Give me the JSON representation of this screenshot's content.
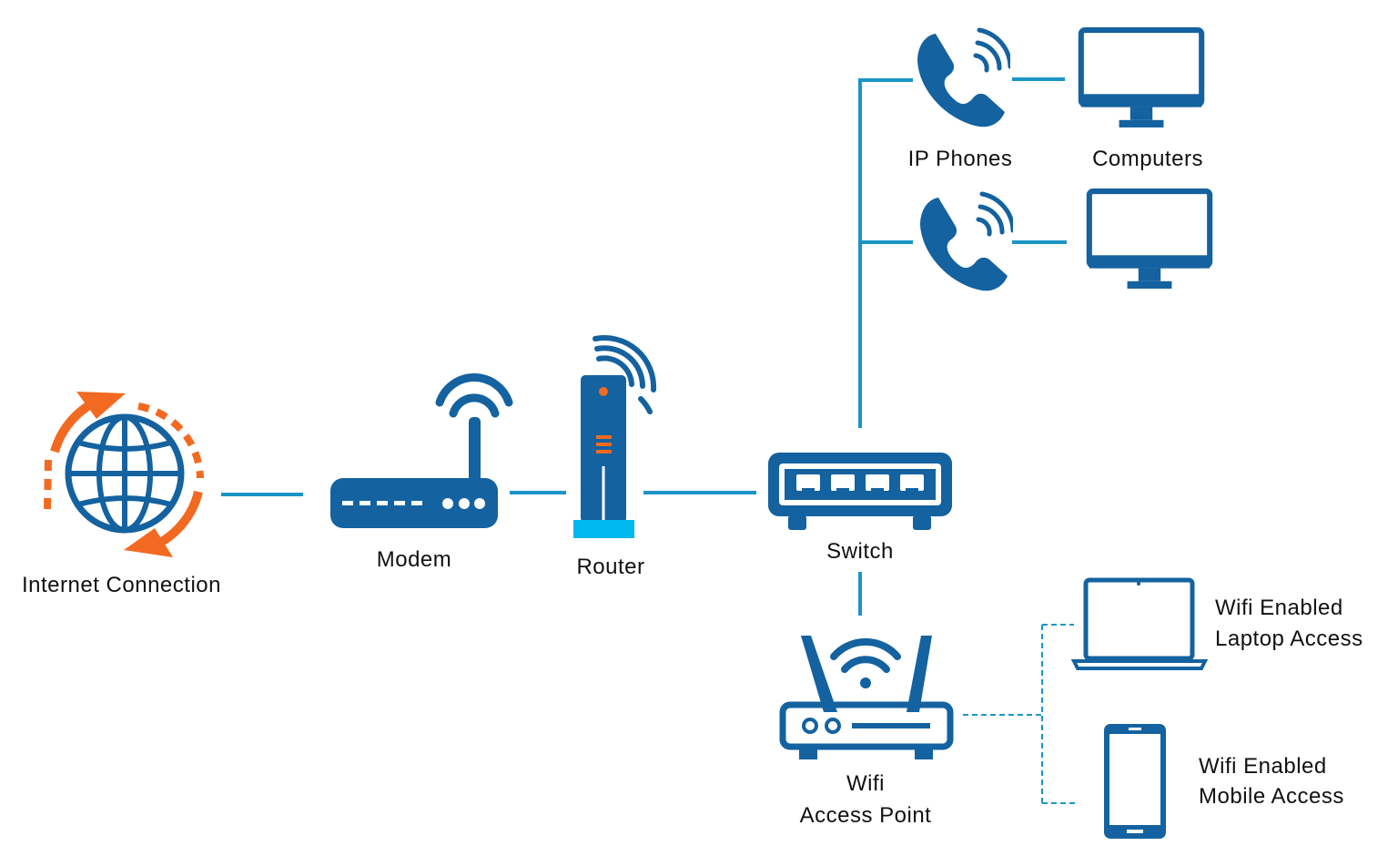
{
  "colors": {
    "device": "#14629f",
    "line": "#1b95c6",
    "accent_orange": "#f26a21",
    "router_base": "#00b8f0"
  },
  "nodes": {
    "internet": {
      "label": "Internet Connection",
      "icon": "globe-icon"
    },
    "modem": {
      "label": "Modem",
      "icon": "modem-icon"
    },
    "router": {
      "label": "Router",
      "icon": "router-icon"
    },
    "switch": {
      "label": "Switch",
      "icon": "switch-icon"
    },
    "ip_phones": {
      "label": "IP Phones",
      "icon": "phone-icon"
    },
    "computers": {
      "label": "Computers",
      "icon": "monitor-icon"
    },
    "access_point": {
      "label_line1": "Wifi",
      "label_line2": "Access Point",
      "icon": "wifi-router-icon"
    },
    "laptop": {
      "label_line1": "Wifi Enabled",
      "label_line2": "Laptop Access",
      "icon": "laptop-icon"
    },
    "mobile": {
      "label_line1": "Wifi Enabled",
      "label_line2": "Mobile Access",
      "icon": "smartphone-icon"
    }
  }
}
